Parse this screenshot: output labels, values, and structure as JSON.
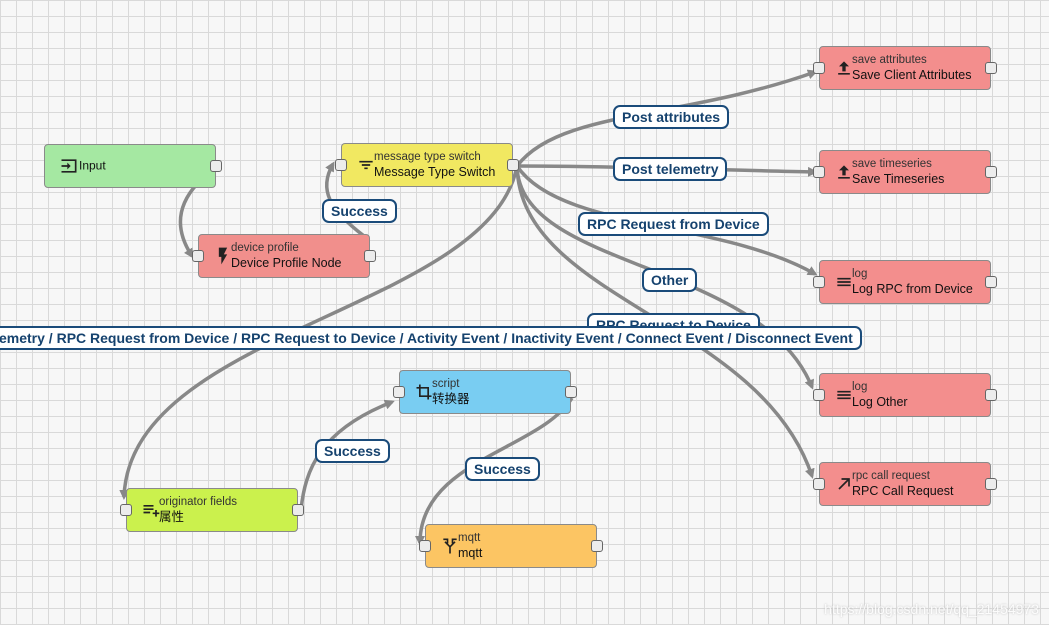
{
  "colors": {
    "input": "#a5e8a2",
    "filter": "#f1e861",
    "enrichment_red": "#f18f8c",
    "action": "#f38e8d",
    "transform": "#79cdf2",
    "external": "#fcc563",
    "enrichment": "#cbf14d",
    "edge": "#888888",
    "label_border": "#1a4b7a"
  },
  "nodes": {
    "input": {
      "title": "",
      "name": "Input",
      "icon": "input-icon"
    },
    "device_profile": {
      "title": "device profile",
      "name": "Device Profile Node",
      "icon": "bolt-icon"
    },
    "msg_switch": {
      "title": "message type switch",
      "name": "Message Type Switch",
      "icon": "filter-icon"
    },
    "save_attributes": {
      "title": "save attributes",
      "name": "Save Client Attributes",
      "icon": "upload-icon"
    },
    "save_timeseries": {
      "title": "save timeseries",
      "name": "Save Timeseries",
      "icon": "upload-icon"
    },
    "log_rpc": {
      "title": "log",
      "name": "Log RPC from Device",
      "icon": "menu-lines-icon"
    },
    "log_other": {
      "title": "log",
      "name": "Log Other",
      "icon": "menu-lines-icon"
    },
    "rpc_call": {
      "title": "rpc call request",
      "name": "RPC Call Request",
      "icon": "arrow-up-right-icon"
    },
    "script": {
      "title": "script",
      "name": "转换器",
      "icon": "crop-icon"
    },
    "originator_fields": {
      "title": "originator fields",
      "name": "属性",
      "icon": "playlist-add-icon"
    },
    "mqtt": {
      "title": "mqtt",
      "name": "mqtt",
      "icon": "call-split-icon"
    }
  },
  "edge_labels": {
    "post_attributes": "Post attributes",
    "post_telemetry": "Post telemetry",
    "rpc_from_device": "RPC Request from Device",
    "other": "Other",
    "rpc_to_device": "RPC Request to Device",
    "long": "emetry / RPC Request from Device / RPC Request to Device / Activity Event / Inactivity Event / Connect Event / Disconnect Event",
    "success_1": "Success",
    "success_2": "Success",
    "success_3": "Success"
  },
  "watermark": "https://blog.csdn.net/qq_21454973"
}
